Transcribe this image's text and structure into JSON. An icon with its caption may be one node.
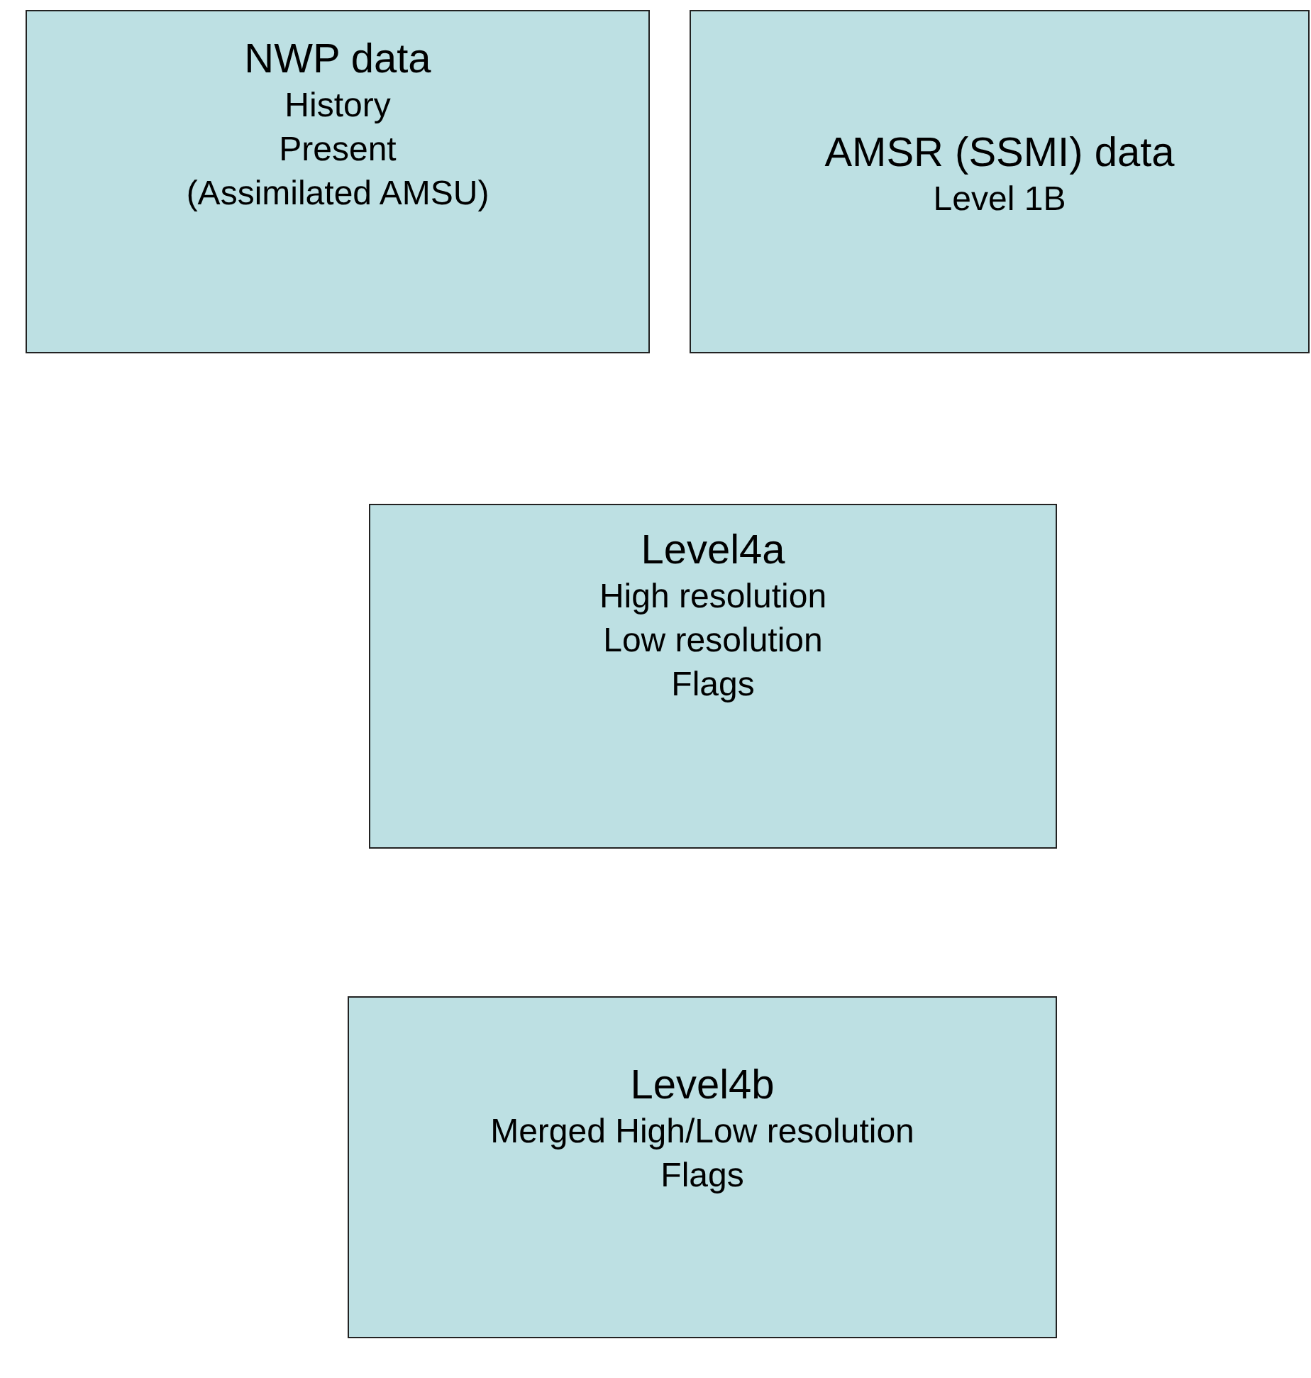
{
  "diagram": {
    "nodes": [
      {
        "text": [
          "NWP data",
          "History",
          "Present",
          "(Assimilated AMSU)"
        ]
      },
      {
        "text": [
          "AMSR (SSMI) data",
          "Level 1B"
        ]
      },
      {
        "text": [
          "Level4a",
          "High resolution",
          "Low resolution",
          "Flags"
        ]
      },
      {
        "text": [
          "Level4b",
          "Merged High/Low resolution",
          "Flags"
        ]
      }
    ]
  }
}
